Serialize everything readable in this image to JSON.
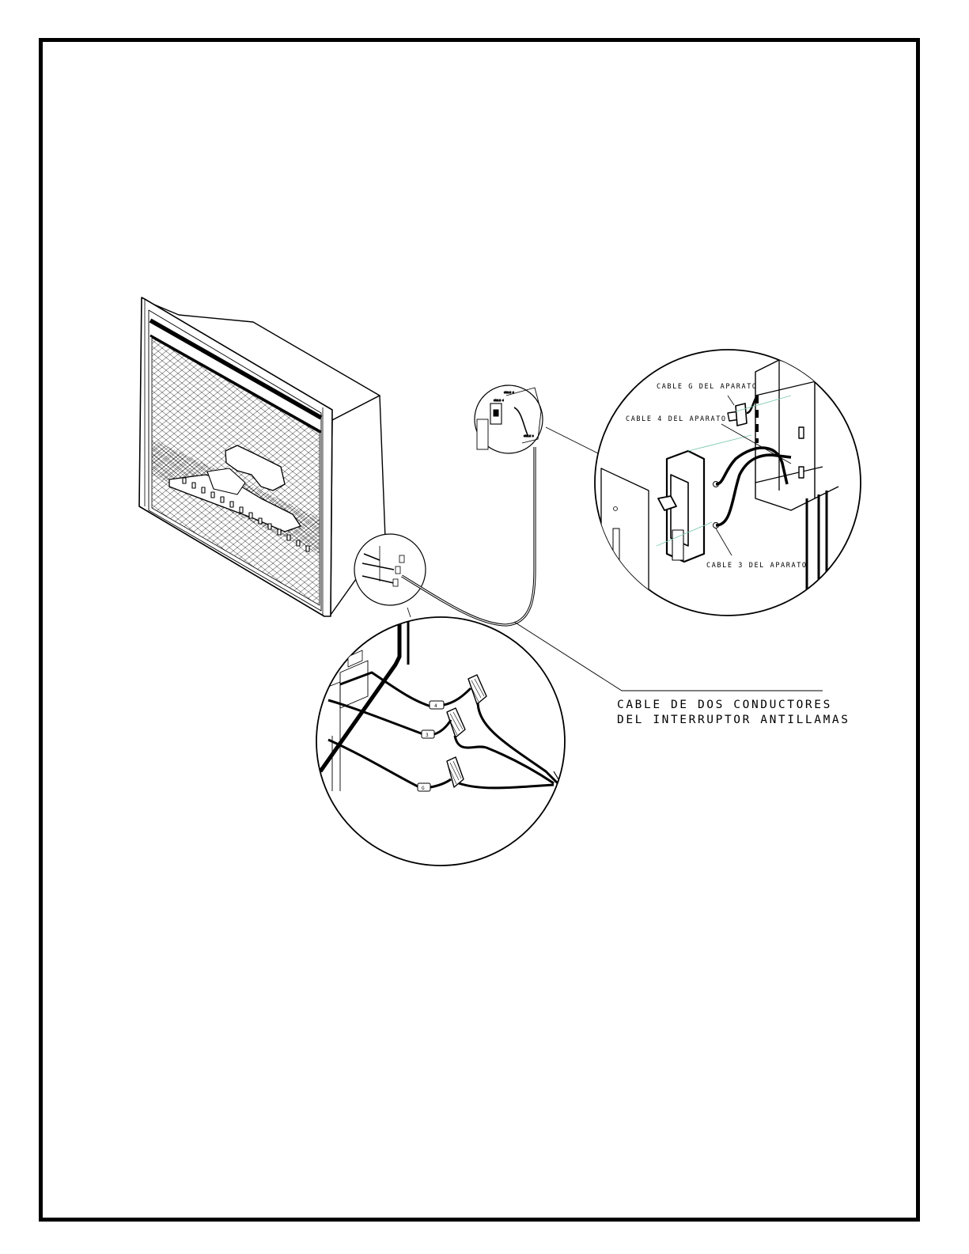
{
  "labels": {
    "cable_g": "CABLE G DEL APARATO",
    "cable_4": "CABLE 4 DEL APARATO",
    "cable_3": "CABLE 3 DEL APARATO",
    "cable_main_line1": "CABLE DE DOS CONDUCTORES",
    "cable_main_line2": "DEL INTERRUPTOR ANTILLAMAS"
  },
  "connectors": {
    "c1": "4",
    "c2": "3",
    "c3": "G"
  },
  "colors": {
    "ink": "#000000",
    "paper": "#ffffff",
    "accent_line": "#7fc9b2"
  }
}
